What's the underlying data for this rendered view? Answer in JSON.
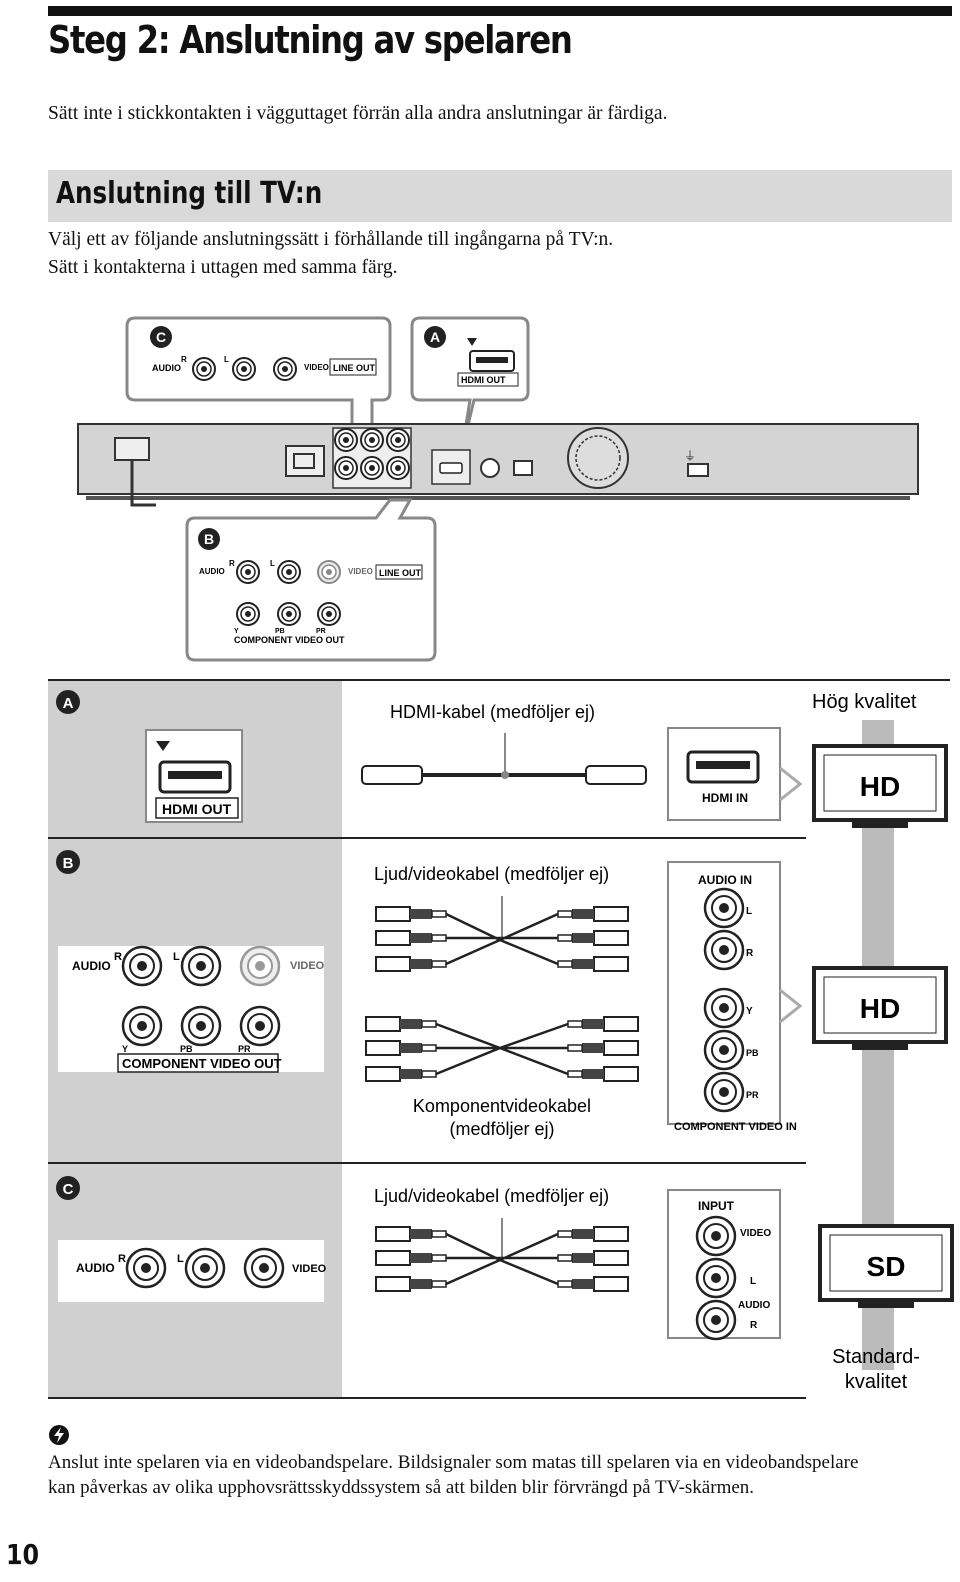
{
  "title": "Steg 2: Anslutning av spelaren",
  "intro": "Sätt inte i stickkontakten i vägguttaget förrän alla andra anslutningar är färdiga.",
  "section": {
    "heading": "Anslutning till TV:n",
    "line1": "Välj ett av följande anslutningssätt i förhållande till ingångarna på TV:n.",
    "line2": "Sätt i kontakterna i uttagen med samma färg."
  },
  "rear": {
    "badge_a": "A",
    "badge_b": "B",
    "badge_c": "C",
    "audio": "AUDIO",
    "r": "R",
    "l": "L",
    "video": "VIDEO",
    "line_out": "LINE OUT",
    "hdmi_out": "HDMI OUT",
    "y": "Y",
    "pb": "PB",
    "pr": "PR",
    "component_video_out": "COMPONENT VIDEO OUT"
  },
  "rows": {
    "a": {
      "badge": "A",
      "cable": "HDMI-kabel (medföljer ej)",
      "player_label": "HDMI OUT",
      "tv_label": "HDMI IN",
      "quality": "Hög kvalitet",
      "screen": "HD"
    },
    "b": {
      "badge": "B",
      "cable1": "Ljud/videokabel (medföljer ej)",
      "cable2_line1": "Komponentvideokabel",
      "cable2_line2": "(medföljer ej)",
      "audio": "AUDIO",
      "r": "R",
      "l": "L",
      "video": "VIDEO",
      "y": "Y",
      "pb": "PB",
      "pr": "PR",
      "component_video_out": "COMPONENT VIDEO OUT",
      "audio_in": "AUDIO IN",
      "component_video_in": "COMPONENT VIDEO IN",
      "screen": "HD"
    },
    "c": {
      "badge": "C",
      "cable": "Ljud/videokabel (medföljer ej)",
      "audio": "AUDIO",
      "r": "R",
      "l": "L",
      "video": "VIDEO",
      "input": "INPUT",
      "screen": "SD",
      "quality_line1": "Standard-",
      "quality_line2": "kvalitet"
    }
  },
  "note": {
    "line1": "Anslut inte spelaren via en videobandspelare. Bildsignaler som matas till spelaren via en videobandspelare",
    "line2": "kan påverkas av olika upphovsrättsskyddssystem så att bilden blir förvrängd på TV-skärmen."
  },
  "page_number": "10"
}
